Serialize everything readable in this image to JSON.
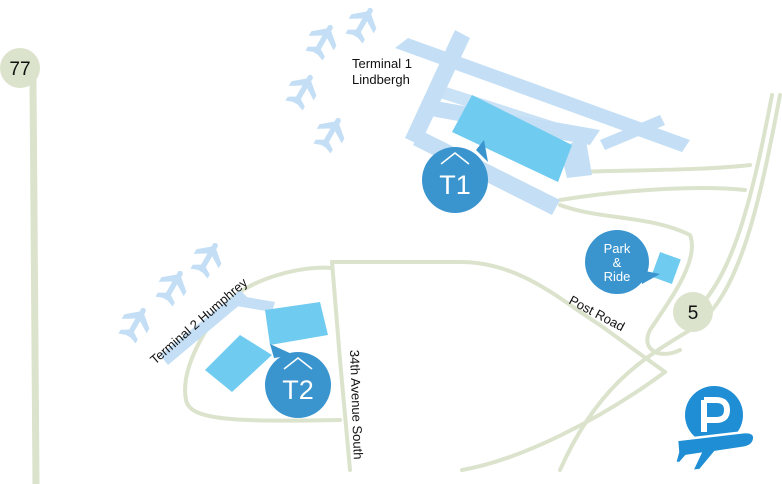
{
  "colors": {
    "road": "#dbe3cc",
    "road_edge": "#cdd6bd",
    "airfield": "#c4dff5",
    "terminal": "#6fcbef",
    "marker": "#3a95cf",
    "parking_icon": "#1f8ed4",
    "text": "#111111"
  },
  "highways": [
    {
      "name": "77"
    },
    {
      "name": "5"
    }
  ],
  "terminals": [
    {
      "line1": "Terminal 1",
      "line2": "Lindbergh",
      "marker": "T1"
    },
    {
      "label": "Terminal 2 Humphrey",
      "marker": "T2"
    }
  ],
  "park_ride": {
    "line1": "Park",
    "line2": "&",
    "line3": "Ride"
  },
  "streets": [
    {
      "name": "Post Road"
    },
    {
      "name": "34th Avenue South"
    }
  ],
  "icons": {
    "plane": "airplane-icon",
    "house": "terminal-house-icon",
    "parking": "airport-parking-icon"
  }
}
